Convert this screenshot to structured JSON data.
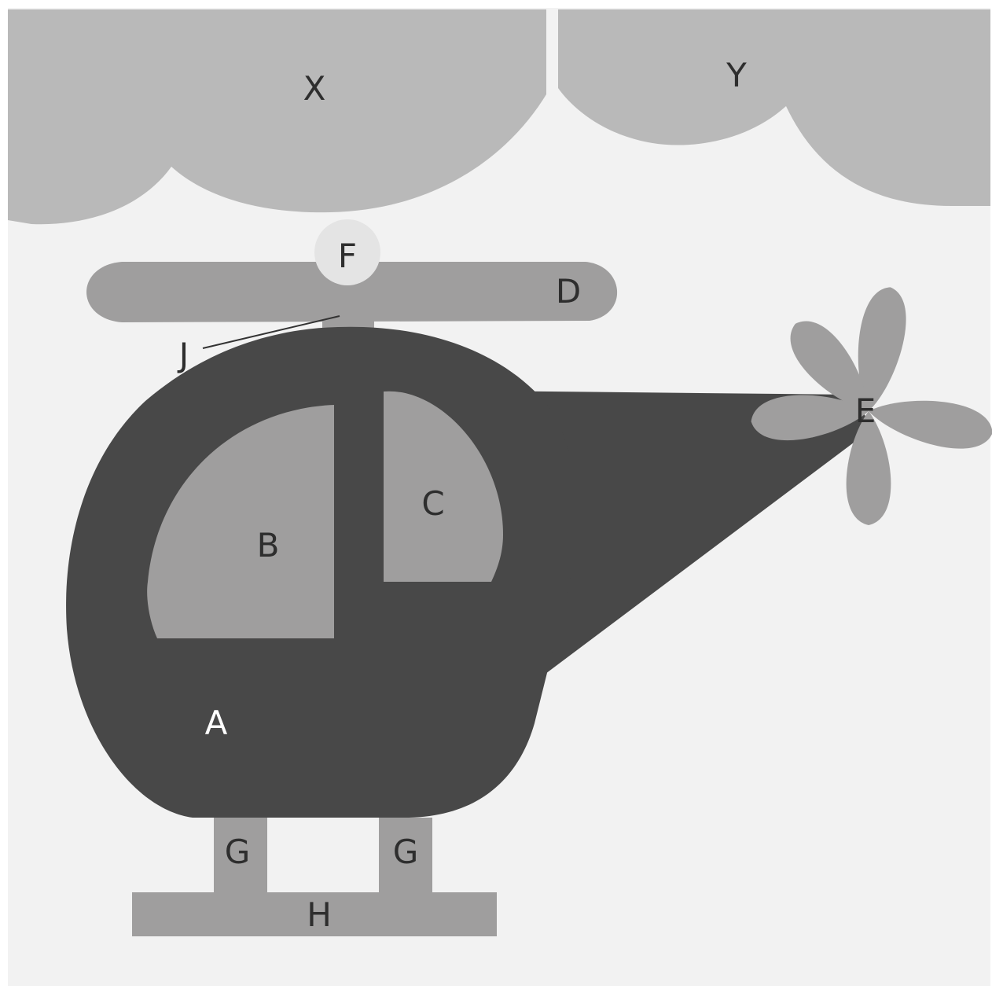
{
  "colors": {
    "page": "#ffffff",
    "sky": "#f2f2f2",
    "cloud": "#b9b9b9",
    "body": "#484848",
    "window": "#9f9e9e",
    "rotor": "#9f9e9e",
    "hub": "#e4e4e4",
    "leader_line": "#333333",
    "label_dark": "#2e2e2e",
    "label_light": "#ffffff"
  },
  "labels": {
    "cloud_left": "X",
    "cloud_right": "Y",
    "rotor_hub": "F",
    "main_rotor": "D",
    "rotor_mast": "J",
    "tail_rotor": "E",
    "front_window": "B",
    "side_window": "C",
    "fuselage": "A",
    "skid_strut_left": "G",
    "skid_strut_right": "G",
    "skid": "H"
  }
}
